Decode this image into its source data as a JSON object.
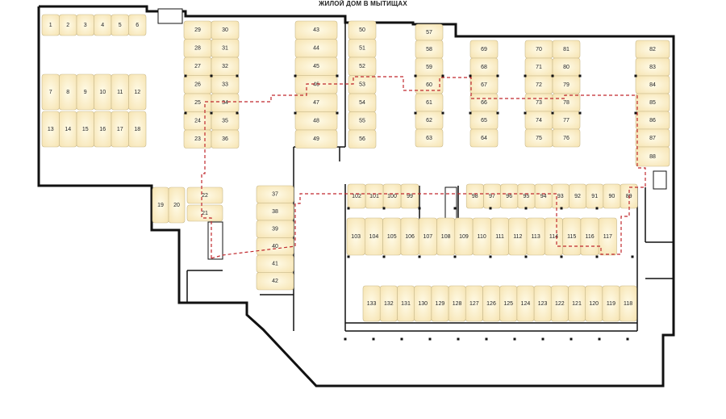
{
  "title": "ЖИЛОЙ ДОМ В МЫТИЩАХ",
  "spaces": [
    "1",
    "2",
    "3",
    "4",
    "5",
    "6",
    "7",
    "8",
    "9",
    "10",
    "11",
    "12",
    "13",
    "14",
    "15",
    "16",
    "17",
    "18",
    "19",
    "20",
    "21",
    "22",
    "23",
    "24",
    "25",
    "26",
    "27",
    "28",
    "29",
    "30",
    "31",
    "32",
    "33",
    "34",
    "35",
    "36",
    "37",
    "38",
    "39",
    "40",
    "41",
    "42",
    "43",
    "44",
    "45",
    "46",
    "47",
    "48",
    "49",
    "50",
    "51",
    "52",
    "53",
    "54",
    "55",
    "56",
    "57",
    "58",
    "59",
    "60",
    "61",
    "62",
    "63",
    "64",
    "65",
    "66",
    "67",
    "68",
    "69",
    "70",
    "71",
    "72",
    "73",
    "74",
    "75",
    "76",
    "77",
    "78",
    "79",
    "80",
    "81",
    "82",
    "83",
    "84",
    "85",
    "86",
    "87",
    "88",
    "89",
    "90",
    "91",
    "92",
    "93",
    "94",
    "95",
    "96",
    "97",
    "98",
    "99",
    "100",
    "101",
    "102",
    "103",
    "104",
    "105",
    "106",
    "107",
    "108",
    "109",
    "110",
    "111",
    "112",
    "113",
    "114",
    "115",
    "116",
    "117",
    "118",
    "119",
    "120",
    "121",
    "122",
    "123",
    "124",
    "125",
    "126",
    "127",
    "128",
    "129",
    "130",
    "131",
    "132",
    "133"
  ],
  "colors": {
    "bay_light": "#fffbe8",
    "bay_dark": "#f6e3b0",
    "route": "#c0282d",
    "wall": "#111111"
  }
}
